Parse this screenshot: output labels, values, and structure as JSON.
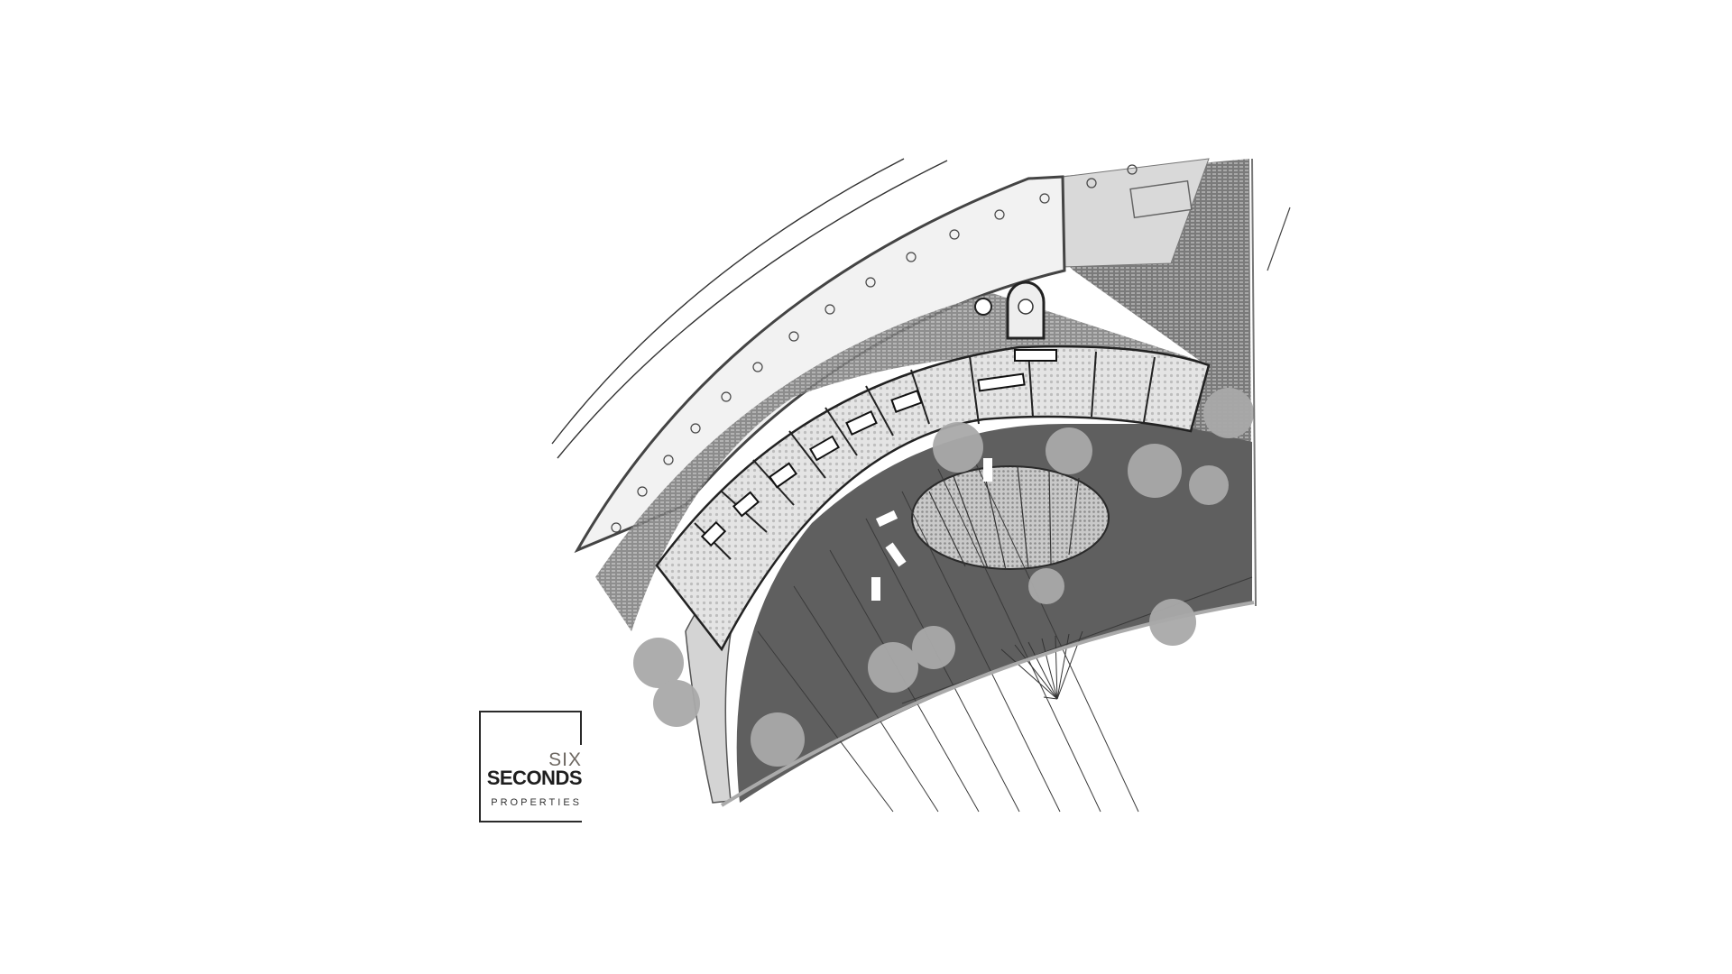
{
  "image": {
    "type": "architectural site plan",
    "background": "#ffffff"
  },
  "plan": {
    "colors": {
      "courtyard": "#5f5f5f",
      "building_fill": "#d6d6d6",
      "paving_texture": "#8a8a8a",
      "light_area": "#d9d9d9",
      "trees": "#a9a9a9",
      "lines": "#2e2e2e"
    },
    "features": [
      "curved building wing",
      "central oval pool",
      "courtyard",
      "spiral stair",
      "trees",
      "radial paving lines"
    ]
  },
  "logo": {
    "line1": "SIX",
    "line2": "SECONDS",
    "line3": "PROPERTIES",
    "accent_color": "#6e6862"
  }
}
